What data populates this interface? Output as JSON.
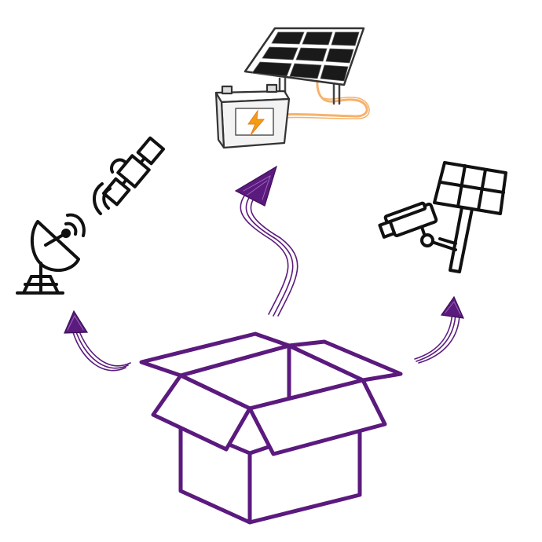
{
  "diagram": {
    "colors": {
      "box": "#5b1a7e",
      "arrow": "#5b1a7e",
      "ink": "#111111",
      "sketch_ink": "#333333",
      "cable": "#f6b26b",
      "bolt": "#f39c12",
      "panel_cell": "#1a1a1a"
    },
    "icons": [
      "open-box-icon",
      "satellite-dish-icon",
      "satellite-icon",
      "solar-panel-battery-icon",
      "security-camera-solar-icon"
    ],
    "arrows": [
      "arrow-to-dish",
      "arrow-to-solar-battery",
      "arrow-to-camera"
    ]
  }
}
